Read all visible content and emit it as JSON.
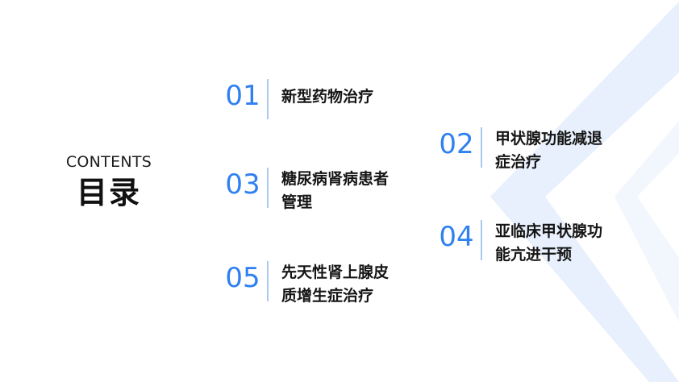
{
  "heading": {
    "en": "CONTENTS",
    "cn": "目录"
  },
  "items": [
    {
      "num": "01",
      "lines": [
        "新型药物治疗"
      ]
    },
    {
      "num": "02",
      "lines": [
        "甲状腺功能减退",
        "症治疗"
      ]
    },
    {
      "num": "03",
      "lines": [
        "糖尿病肾病患者",
        "管理"
      ]
    },
    {
      "num": "04",
      "lines": [
        "亚临床甲状腺功",
        "能亢进干预"
      ]
    },
    {
      "num": "05",
      "lines": [
        "先天性肾上腺皮",
        "质增生症治疗"
      ]
    }
  ],
  "colors": {
    "accent": "#2f80f0",
    "divider": "#a9c8f2",
    "decor": "#e3edfc"
  }
}
